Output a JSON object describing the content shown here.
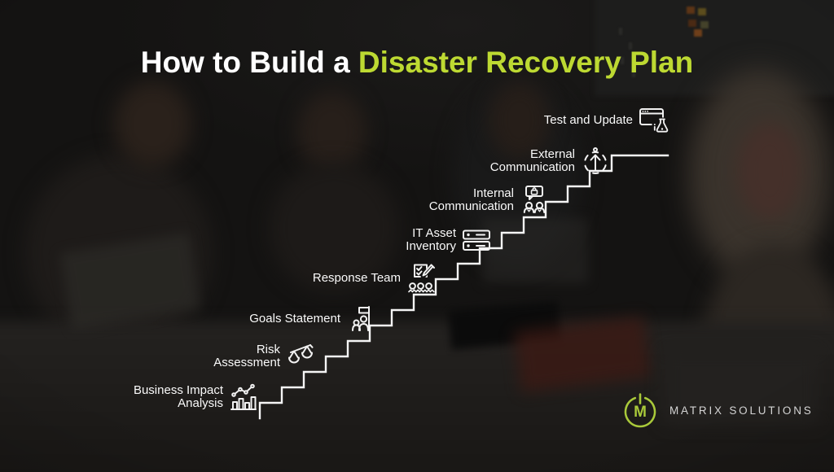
{
  "title": {
    "text_white": "How to Build a ",
    "text_green": "Disaster Recovery Plan"
  },
  "steps": [
    {
      "label": "Business Impact Analysis",
      "lines": [
        "Business Impact",
        "Analysis"
      ],
      "icon": "bar-chart-icon"
    },
    {
      "label": "Risk Assessment",
      "lines": [
        "Risk",
        "Assessment"
      ],
      "icon": "scales-icon"
    },
    {
      "label": "Goals Statement",
      "lines": [
        "Goals Statement"
      ],
      "icon": "goal-flag-icon"
    },
    {
      "label": "Response Team",
      "lines": [
        "Response Team"
      ],
      "icon": "team-checklist-icon"
    },
    {
      "label": "IT Asset Inventory",
      "lines": [
        "IT Asset",
        "Inventory"
      ],
      "icon": "server-icon"
    },
    {
      "label": "Internal Communication",
      "lines": [
        "Internal",
        "Communication"
      ],
      "icon": "secure-chat-people-icon"
    },
    {
      "label": "External Communication",
      "lines": [
        "External",
        "Communication"
      ],
      "icon": "arrow-up-dashed-circle-icon"
    },
    {
      "label": "Test and Update",
      "lines": [
        "Test and Update"
      ],
      "icon": "browser-test-icon"
    }
  ],
  "brand": {
    "name": "MATRIX SOLUTIONS",
    "monogram": "M"
  },
  "colors": {
    "accent_green": "#bdd932",
    "logo_green": "#a9c93a",
    "stair_white": "#f5f5f5",
    "label_white": "#fafafa",
    "background_dark": "#141312"
  }
}
